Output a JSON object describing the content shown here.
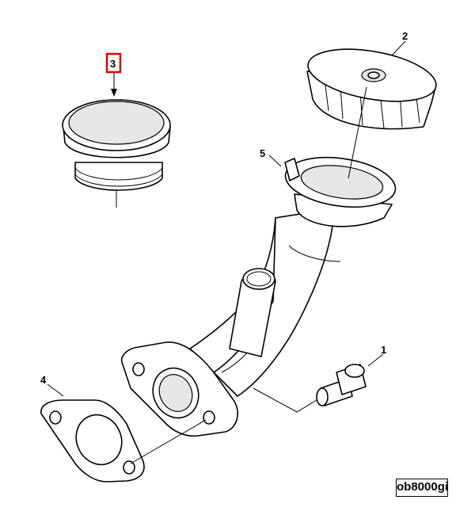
{
  "diagram": {
    "callouts": [
      {
        "id": "1",
        "part": "bolt",
        "highlighted": false
      },
      {
        "id": "2",
        "part": "filler-cap",
        "highlighted": false
      },
      {
        "id": "3",
        "part": "plug-cap",
        "highlighted": true
      },
      {
        "id": "4",
        "part": "gasket",
        "highlighted": false
      },
      {
        "id": "5",
        "part": "filler-neck-collar",
        "highlighted": false
      }
    ],
    "reference_code": "ob8000gi",
    "highlight_color": "#e00000"
  }
}
